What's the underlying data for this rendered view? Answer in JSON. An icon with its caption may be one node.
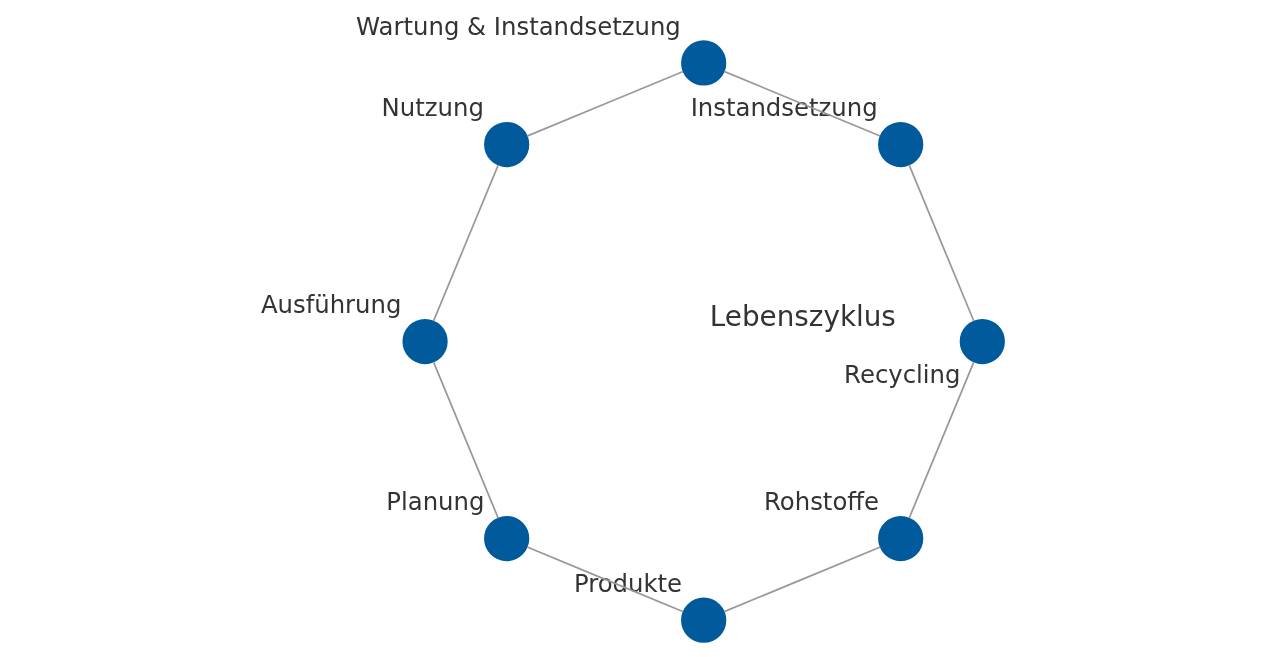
{
  "diagram": {
    "nodes": [
      {
        "text": [],
        "shape": "circle",
        "beside": [
          "Rohstoffe"
        ]
      },
      {
        "text": [],
        "shape": "circle",
        "beside": [
          "Produkte"
        ]
      },
      {
        "text": [],
        "shape": "circle",
        "beside": [
          "Planung"
        ]
      },
      {
        "text": [],
        "shape": "circle",
        "beside": [
          "Ausführung"
        ]
      },
      {
        "text": [],
        "shape": "circle",
        "beside": [
          "Nutzung"
        ]
      },
      {
        "text": [],
        "shape": "circle",
        "beside": [
          "Wartung & Instandsetzung"
        ]
      },
      {
        "text": [],
        "shape": "circle",
        "beside": [
          "Instandsetzung"
        ]
      },
      {
        "text": [],
        "shape": "circle",
        "beside": [
          "Recycling"
        ]
      }
    ],
    "edges": [
      {
        "from": 0,
        "to": 1,
        "arrow": "none"
      },
      {
        "from": 1,
        "to": 2,
        "arrow": "none"
      },
      {
        "from": 2,
        "to": 3,
        "arrow": "none"
      },
      {
        "from": 3,
        "to": 4,
        "arrow": "none"
      },
      {
        "from": 4,
        "to": 5,
        "arrow": "none"
      },
      {
        "from": 5,
        "to": 6,
        "arrow": "none"
      },
      {
        "from": 6,
        "to": 7,
        "arrow": "none"
      },
      {
        "from": 7,
        "to": 0,
        "arrow": "none"
      }
    ],
    "labels": [
      "Lebenszyklus"
    ]
  }
}
